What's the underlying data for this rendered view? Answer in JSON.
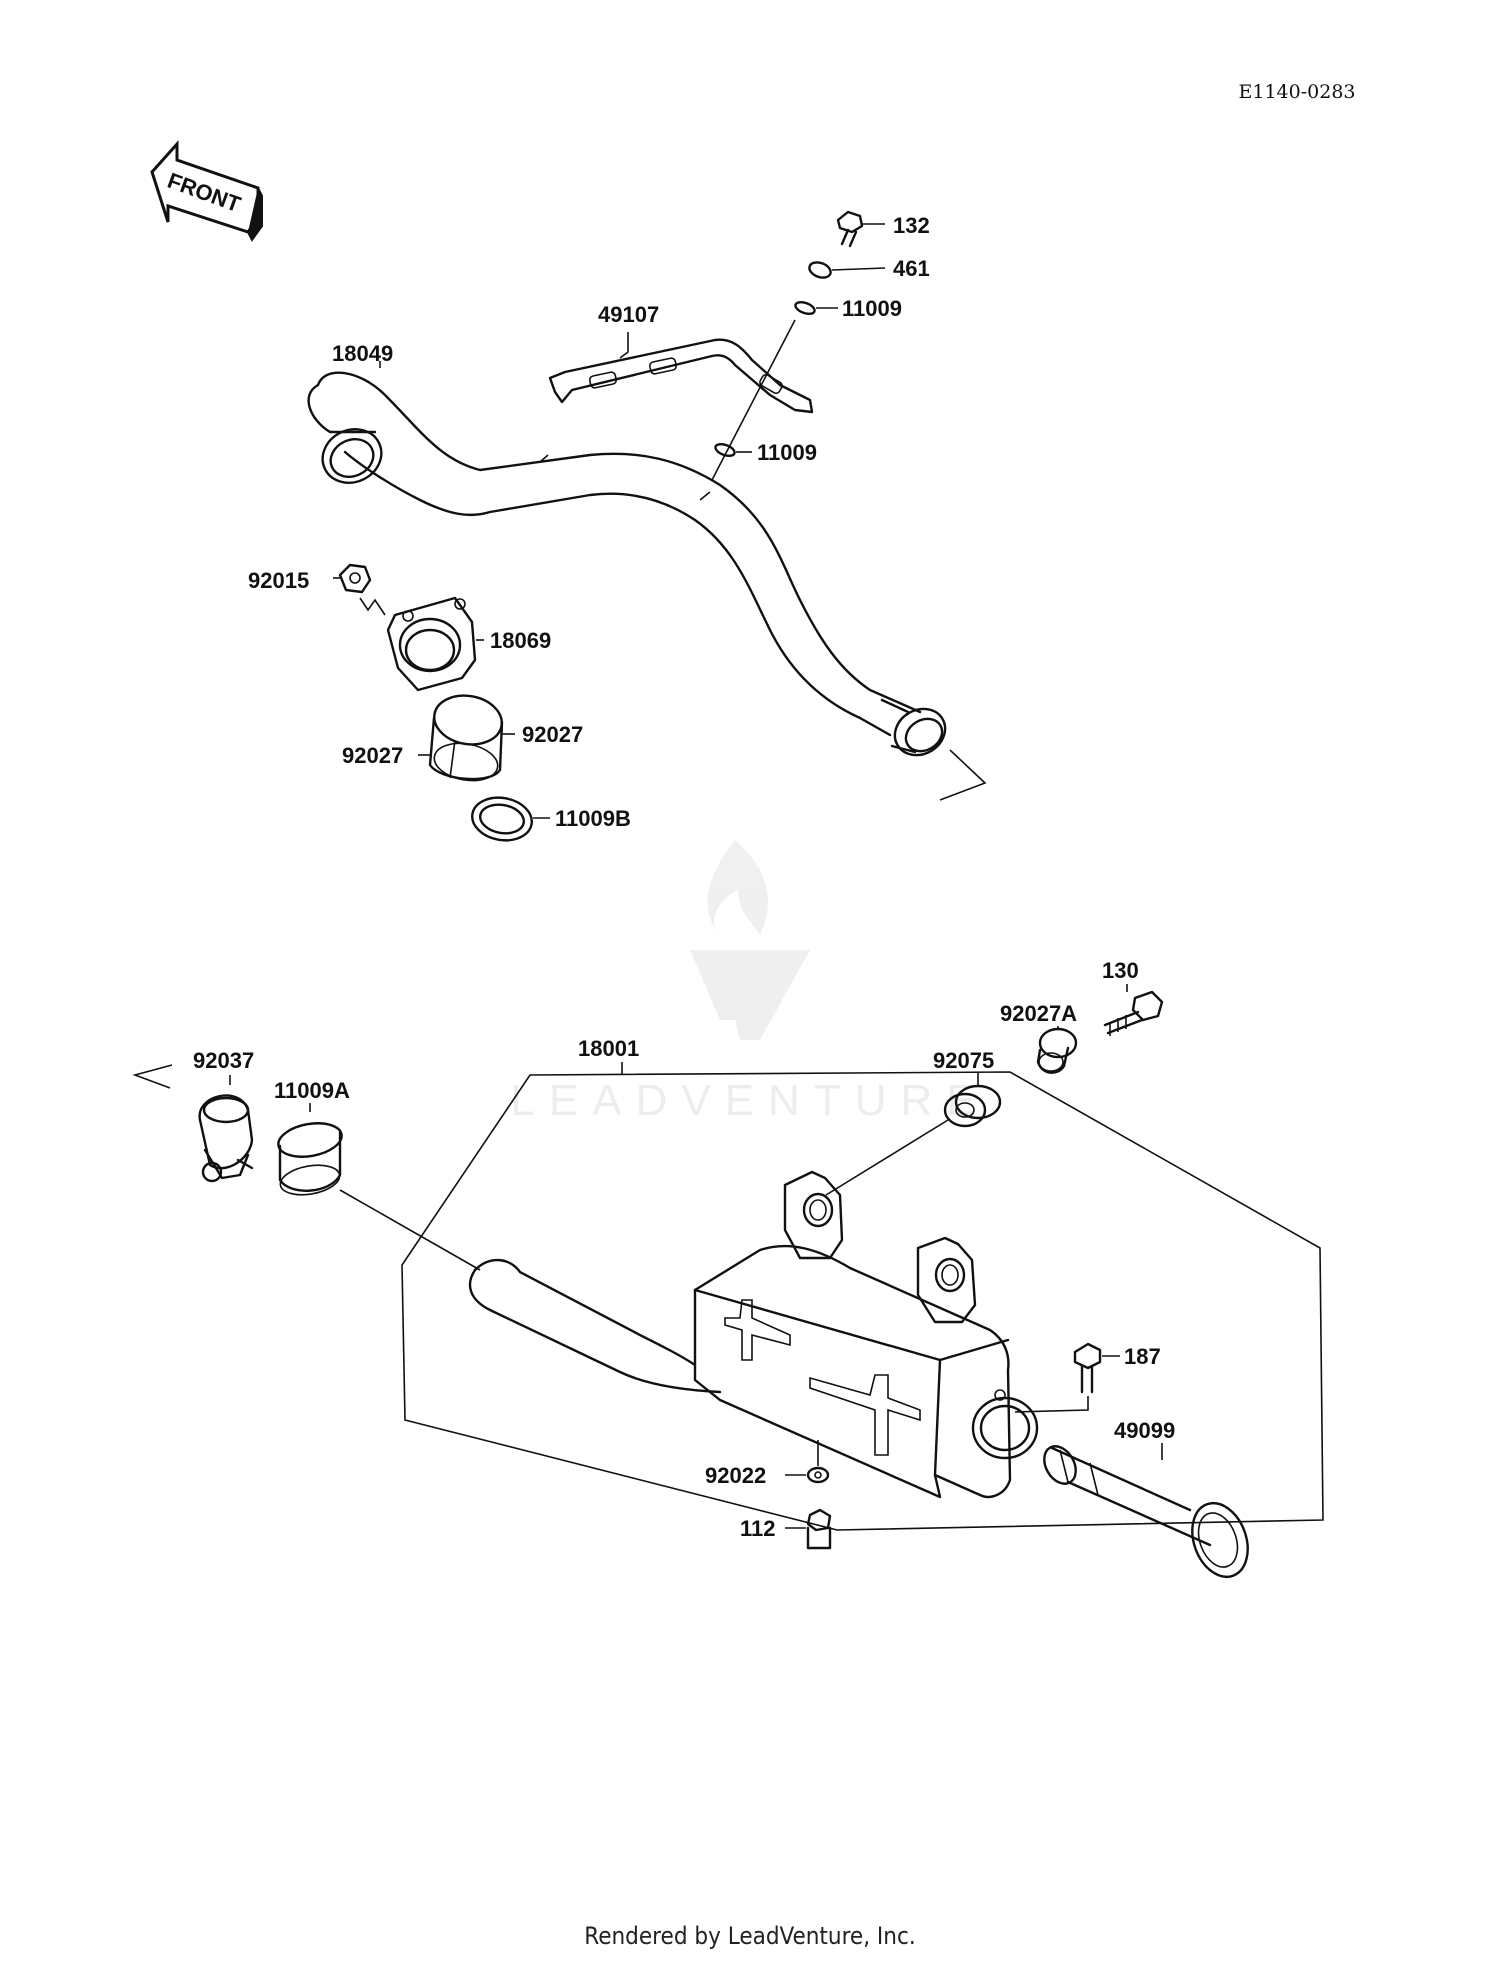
{
  "diagram_code": "E1140-0283",
  "front_label": "FRONT",
  "watermark": "LEADVENTURE",
  "footer": "Rendered by LeadVenture, Inc.",
  "parts": {
    "p132": "132",
    "p461": "461",
    "p11009_top": "11009",
    "p49107": "49107",
    "p18049": "18049",
    "p11009_mid": "11009",
    "p92015": "92015",
    "p18069": "18069",
    "p92027_right": "92027",
    "p92027_left": "92027",
    "p11009B": "11009B",
    "p130": "130",
    "p92027A": "92027A",
    "p92075": "92075",
    "p18001": "18001",
    "p92037": "92037",
    "p11009A": "11009A",
    "p187": "187",
    "p49099": "49099",
    "p92022": "92022",
    "p112": "112"
  }
}
